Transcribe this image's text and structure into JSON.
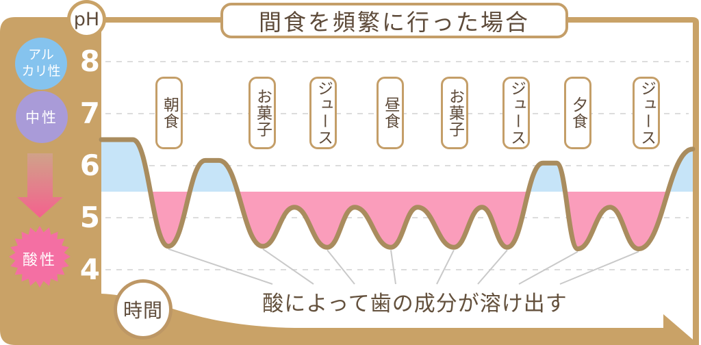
{
  "title": "間食を頻繁に行った場合",
  "axis": {
    "y_label": "pH",
    "x_label": "時間",
    "ticks": [
      "8",
      "7",
      "6",
      "5",
      "4"
    ]
  },
  "scale_legend": {
    "alkaline_line1": "アル",
    "alkaline_line2": "カリ性",
    "neutral": "中性",
    "acidic": "酸性"
  },
  "events": [
    "朝食",
    "お菓子",
    "ジュース",
    "昼食",
    "お菓子",
    "ジュース",
    "夕食",
    "ジュース"
  ],
  "annotation": "酸によって歯の成分が溶け出す",
  "colors": {
    "frame_tan": "#c9a267",
    "box_border_tan": "#c49e68",
    "curve_stroke": "#a98c5e",
    "safe_fill_blue": "#c6e4f8",
    "acid_fill_pink": "#fa9dbb",
    "alkaline_circle": "#85c3ee",
    "neutral_circle": "#a99bd8",
    "acid_starburst": "#f46fa3",
    "text_brown": "#5d4a39",
    "gridline_gray": "#dcdcdc"
  },
  "chart_data": {
    "type": "line",
    "title": "間食を頻繁に行った場合",
    "xlabel": "時間",
    "ylabel": "pH",
    "ylim": [
      4,
      8
    ],
    "yticks": [
      8,
      7,
      6,
      5,
      4
    ],
    "grid": "dashed horizontal",
    "critical_ph": 5.5,
    "events_on_x": [
      "朝食",
      "お菓子",
      "ジュース",
      "昼食",
      "お菓子",
      "ジュース",
      "夕食",
      "ジュース"
    ],
    "series_description": "pH drops below critical 5.5 after each intake; area above 5.5 shaded blue, below shaded pink",
    "curve_keypoints": [
      {
        "x": 148,
        "ph": 6.5,
        "seg": "move"
      },
      {
        "x": 194,
        "ph": 6.5,
        "seg": "line"
      },
      {
        "x": 246,
        "ph": 4.45,
        "seg": "curve"
      },
      {
        "x": 300,
        "ph": 6.1,
        "seg": "curve"
      },
      {
        "x": 320,
        "ph": 6.1,
        "seg": "line"
      },
      {
        "x": 384,
        "ph": 4.45,
        "seg": "curve"
      },
      {
        "x": 430,
        "ph": 5.2,
        "seg": "curve"
      },
      {
        "x": 478,
        "ph": 4.43,
        "seg": "curve"
      },
      {
        "x": 518,
        "ph": 5.2,
        "seg": "curve"
      },
      {
        "x": 571,
        "ph": 4.43,
        "seg": "curve"
      },
      {
        "x": 610,
        "ph": 5.2,
        "seg": "curve"
      },
      {
        "x": 663,
        "ph": 4.43,
        "seg": "curve"
      },
      {
        "x": 704,
        "ph": 5.2,
        "seg": "curve"
      },
      {
        "x": 741,
        "ph": 4.43,
        "seg": "curve"
      },
      {
        "x": 793,
        "ph": 6.05,
        "seg": "curve"
      },
      {
        "x": 813,
        "ph": 6.05,
        "seg": "line"
      },
      {
        "x": 844,
        "ph": 4.4,
        "seg": "curve"
      },
      {
        "x": 891,
        "ph": 5.2,
        "seg": "curve"
      },
      {
        "x": 933,
        "ph": 4.4,
        "seg": "curve"
      },
      {
        "x": 1012,
        "ph": 6.32,
        "seg": "curve"
      }
    ]
  }
}
